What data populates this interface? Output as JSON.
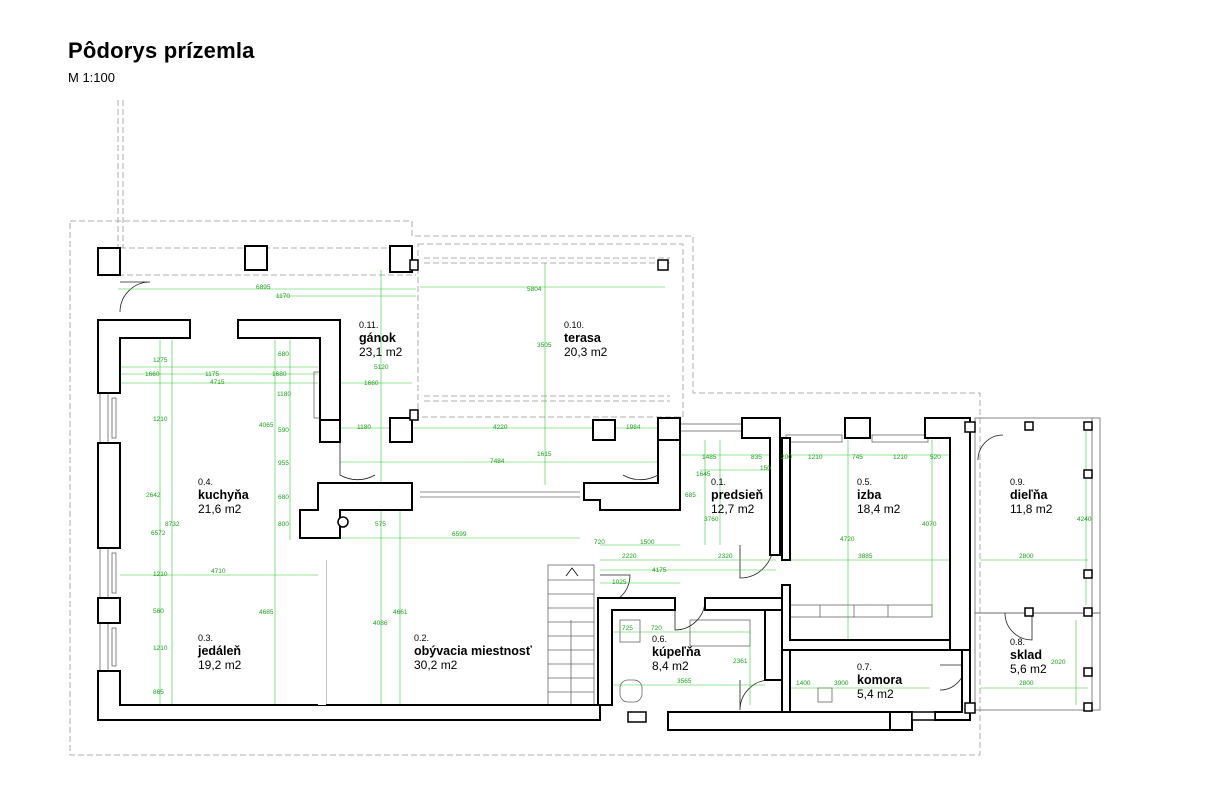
{
  "title": "Pôdorys prízemla",
  "scale": "M 1:100",
  "colors": {
    "wall": "#000000",
    "dimension": "#33cc33",
    "outline": "#999999"
  },
  "rooms": [
    {
      "id": "r011",
      "number": "0.11.",
      "name": "gánok",
      "area": "23,1 m2"
    },
    {
      "id": "r010",
      "number": "0.10.",
      "name": "terasa",
      "area": "20,3 m2"
    },
    {
      "id": "r04",
      "number": "0.4.",
      "name": "kuchyňa",
      "area": "21,6 m2"
    },
    {
      "id": "r01",
      "number": "0.1.",
      "name": "predsieň",
      "area": "12,7 m2"
    },
    {
      "id": "r05",
      "number": "0.5.",
      "name": "izba",
      "area": "18,4 m2"
    },
    {
      "id": "r09",
      "number": "0.9.",
      "name": "dieľňa",
      "area": "11,8 m2"
    },
    {
      "id": "r03",
      "number": "0.3.",
      "name": "jedáleň",
      "area": "19,2 m2"
    },
    {
      "id": "r02",
      "number": "0.2.",
      "name": "obývacia miestnosť",
      "area": "30,2 m2"
    },
    {
      "id": "r06",
      "number": "0.6.",
      "name": "kúpeľňa",
      "area": "8,4 m2"
    },
    {
      "id": "r07",
      "number": "0.7.",
      "name": "komora",
      "area": "5,4 m2"
    },
    {
      "id": "r08",
      "number": "0.8.",
      "name": "sklad",
      "area": "5,6 m2"
    }
  ],
  "dimensions": {
    "d6895": "6895",
    "d1170": "1170",
    "d5804": "5804",
    "d3505": "3505",
    "d5120": "5120",
    "d1275": "1275",
    "d1660a": "1660",
    "d1175": "1175",
    "d1680a": "1680",
    "d4715": "4715",
    "d1660b": "1660",
    "d680a": "680",
    "d1180a": "1180",
    "d1210a": "1210",
    "d4065": "4065",
    "d590": "590",
    "d1180b": "1180",
    "d4220": "4220",
    "d1984": "1984",
    "d1615": "1615",
    "d7484": "7484",
    "d955": "955",
    "d2642": "2642",
    "d8732": "8732",
    "d6572": "6572",
    "d680b": "680",
    "d800": "800",
    "d575": "575",
    "d6599": "6599",
    "d720a": "720",
    "d1500": "1500",
    "d2220": "2220",
    "d2320": "2320",
    "d4175": "4175",
    "d1025": "1025",
    "d1210b": "1210",
    "d4710": "4710",
    "d560": "560",
    "d4685": "4685",
    "d4086": "4086",
    "d4661": "4661",
    "d1210c": "1210",
    "d865": "865",
    "d1485": "1485",
    "d835": "835",
    "d150": "150",
    "d200": "200",
    "d1210d": "1210",
    "d745": "745",
    "d1210e": "1210",
    "d520": "520",
    "d1645": "1645",
    "d685": "685",
    "d3760": "3760",
    "d4720": "4720",
    "d3885": "3885",
    "d4070": "4070",
    "d4240": "4240",
    "d2800a": "2800",
    "d725": "725",
    "d720b": "720",
    "d2361": "2361",
    "d3565": "3565",
    "d1400": "1400",
    "d3900": "3900",
    "d2020": "2020",
    "d2800b": "2800"
  }
}
